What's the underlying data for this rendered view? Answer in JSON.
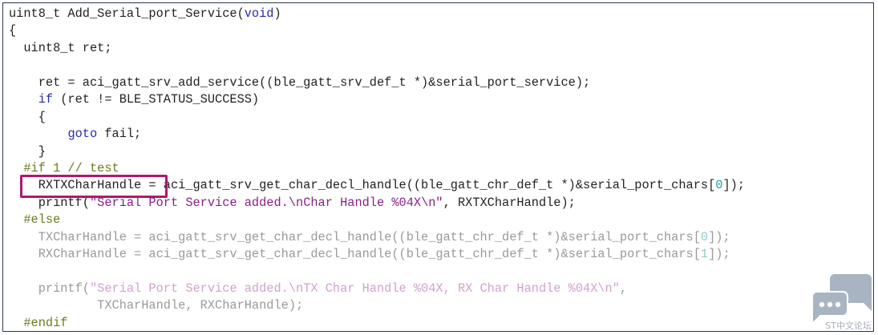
{
  "code": {
    "lines": [
      [
        [
          "uint8_t Add_Serial_port_Service(",
          ""
        ],
        [
          "void",
          "kw"
        ],
        [
          ")",
          ""
        ]
      ],
      [
        [
          "{",
          ""
        ]
      ],
      [
        [
          "  uint8_t ret;",
          ""
        ]
      ],
      [
        [
          "",
          ""
        ]
      ],
      [
        [
          "    ret = aci_gatt_srv_add_service((ble_gatt_srv_def_t *)&serial_port_service);",
          ""
        ]
      ],
      [
        [
          "    ",
          ""
        ],
        [
          "if",
          "kw"
        ],
        [
          " (ret != BLE_STATUS_SUCCESS)",
          ""
        ]
      ],
      [
        [
          "    {",
          ""
        ]
      ],
      [
        [
          "        ",
          ""
        ],
        [
          "goto",
          "kw"
        ],
        [
          " fail;",
          ""
        ]
      ],
      [
        [
          "    }",
          ""
        ]
      ],
      [
        [
          "  #if 1 // test",
          "pp"
        ]
      ],
      [
        [
          "    RXTXCharHandle = aci_gatt_srv_get_char_decl_handle((ble_gatt_chr_def_t *)&serial_port_chars[",
          ""
        ],
        [
          "0",
          "num"
        ],
        [
          "]);",
          ""
        ]
      ],
      [
        [
          "    printf(",
          ""
        ],
        [
          "\"Serial Port Service added.\\nChar Handle %04X\\n\"",
          "str"
        ],
        [
          ", RXTXCharHandle);",
          ""
        ]
      ],
      [
        [
          "  #else",
          "pp"
        ]
      ],
      [
        [
          "    TXCharHandle = aci_gatt_srv_get_char_decl_handle((ble_gatt_chr_def_t *)&serial_port_chars[",
          "dis"
        ],
        [
          "0",
          "dnum"
        ],
        [
          "]);",
          "dis"
        ]
      ],
      [
        [
          "    RXCharHandle = aci_gatt_srv_get_char_decl_handle((ble_gatt_chr_def_t *)&serial_port_chars[",
          "dis"
        ],
        [
          "1",
          "dnum"
        ],
        [
          "]);",
          "dis"
        ]
      ],
      [
        [
          "",
          ""
        ]
      ],
      [
        [
          "    printf(",
          "dis"
        ],
        [
          "\"Serial Port Service added.\\nTX Char Handle %04X, RX Char Handle %04X\\n\"",
          "dstr"
        ],
        [
          ",",
          "dis"
        ]
      ],
      [
        [
          "            TXCharHandle, RXCharHandle);",
          "dis"
        ]
      ],
      [
        [
          "  #endif",
          "pp"
        ]
      ]
    ]
  },
  "highlight_label": "RXTXCharHandle",
  "watermark": {
    "text": "ST中文论坛",
    "icon": "chat-bubbles-icon"
  },
  "colors": {
    "highlight": "#b0186e",
    "keyword": "#2a2ab0",
    "string": "#8b1f86",
    "preprocessor": "#6d7a1e"
  }
}
